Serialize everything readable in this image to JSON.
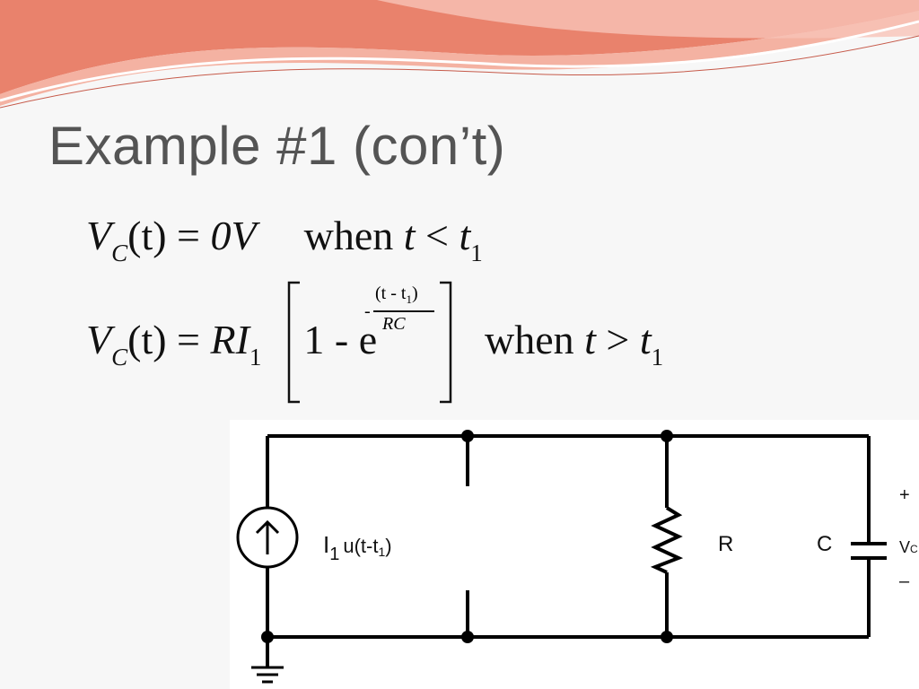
{
  "slide": {
    "title": "Example #1 (con’t)",
    "banner_colors": [
      "#e9826c",
      "#f2a89a",
      "#ffffff"
    ]
  },
  "equation1": {
    "lhs_var": "V",
    "lhs_sub": "C",
    "lhs_arg": "(t)",
    "eq_sign": "=",
    "rhs": "0V",
    "when": "when",
    "cond_var": "t",
    "cond_op": "<",
    "cond_rhs": "t",
    "cond_sub": "1"
  },
  "equation2": {
    "lhs_var": "V",
    "lhs_sub": "C",
    "lhs_arg": "(t)",
    "eq_sign": "=",
    "coef": "RI",
    "coef_sub": "1",
    "one_minus": "1 - e",
    "exp_minus": "-",
    "exp_num_pre": "(t - t",
    "exp_num_sub": "1",
    "exp_num_post": ")",
    "exp_den": "RC",
    "when": "when",
    "cond_var": "t",
    "cond_op": ">",
    "cond_rhs": "t",
    "cond_sub": "1"
  },
  "circuit": {
    "source_label_I": "I",
    "source_label_sub": "1",
    "source_label_u": "u(t-t",
    "source_label_u_sub": "1",
    "source_label_close": ")",
    "resistor_label": "R",
    "capacitor_label": "C",
    "plus": "+",
    "minus": "–",
    "vc_label": "V",
    "vc_sub": "C"
  }
}
